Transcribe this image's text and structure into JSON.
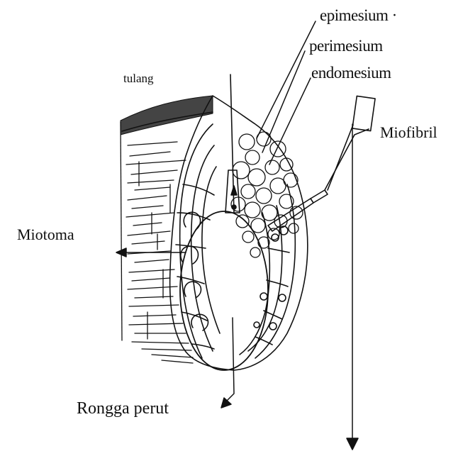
{
  "diagram": {
    "labels": {
      "epimesium": "epimesium ·",
      "perimesium": "perimesium",
      "endomesium": "endomesium",
      "tulang": "tulang",
      "miofibril": "Miofibril",
      "miotoma": "Miotoma",
      "rongga_perut": "Rongga perut"
    },
    "colors": {
      "ink": "#111111",
      "background": "#ffffff"
    }
  }
}
